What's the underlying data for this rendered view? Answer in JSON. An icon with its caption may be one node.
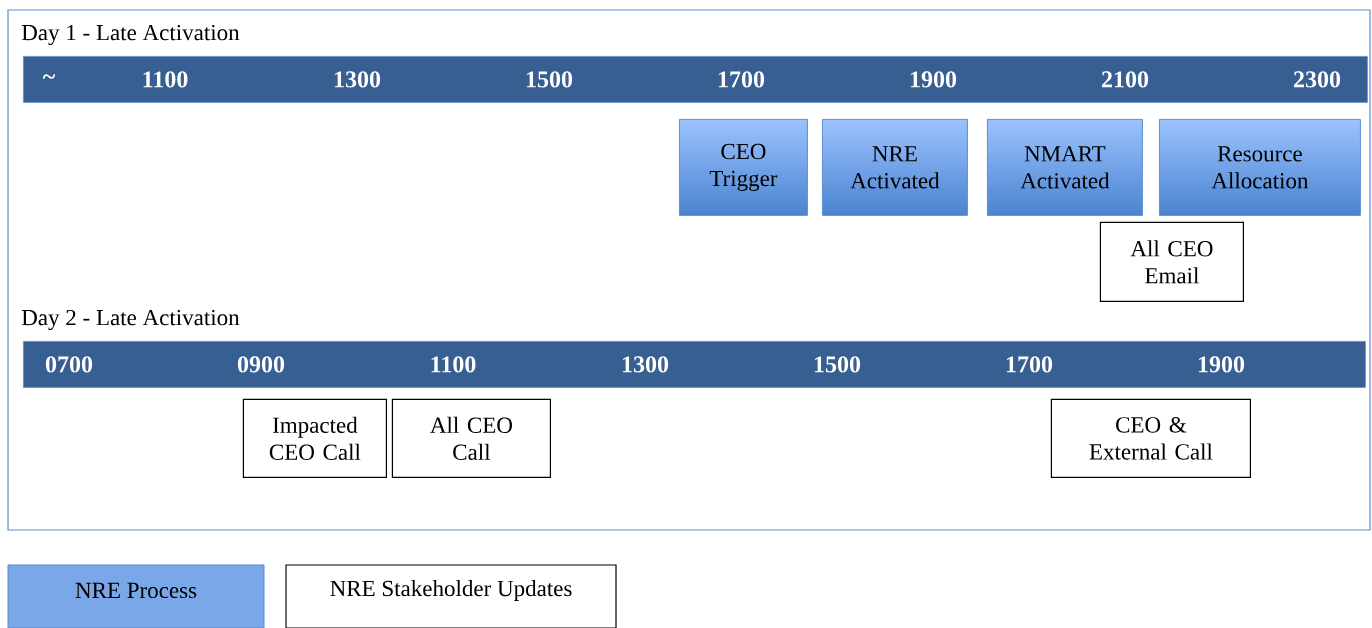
{
  "diagram": {
    "nodes": [
      {
        "text": [],
        "shape": "box"
      },
      {
        "text": [
          "~",
          "1100",
          "1300",
          "1500",
          "1700",
          "1900",
          "2100",
          "2300"
        ],
        "in": 0,
        "beside": [
          "Day 1 - Late Activation"
        ]
      },
      {
        "text": [
          "CEO Trigger"
        ],
        "in": 0
      },
      {
        "text": [
          "NRE Activated"
        ],
        "in": 0
      },
      {
        "text": [
          "NMART Activated"
        ],
        "in": 0
      },
      {
        "text": [
          "Resource Allocation"
        ],
        "in": 0
      },
      {
        "text": [
          "All CEO Email"
        ],
        "in": 0
      },
      {
        "text": [
          "0700",
          "0900",
          "1100",
          "1300",
          "1500",
          "1700",
          "1900"
        ],
        "in": 0,
        "beside": [
          "Day 2  - Late Activation"
        ]
      },
      {
        "text": [
          "Impacted CEO Call"
        ],
        "in": 0
      },
      {
        "text": [
          "All CEO Call"
        ],
        "in": 0
      },
      {
        "text": [
          "CEO & External Call"
        ],
        "in": 0
      }
    ],
    "legend": [
      {
        "text": "NRE Process",
        "color": "#7aa7e8"
      },
      {
        "text": "NRE Stakeholder Updates"
      }
    ]
  }
}
